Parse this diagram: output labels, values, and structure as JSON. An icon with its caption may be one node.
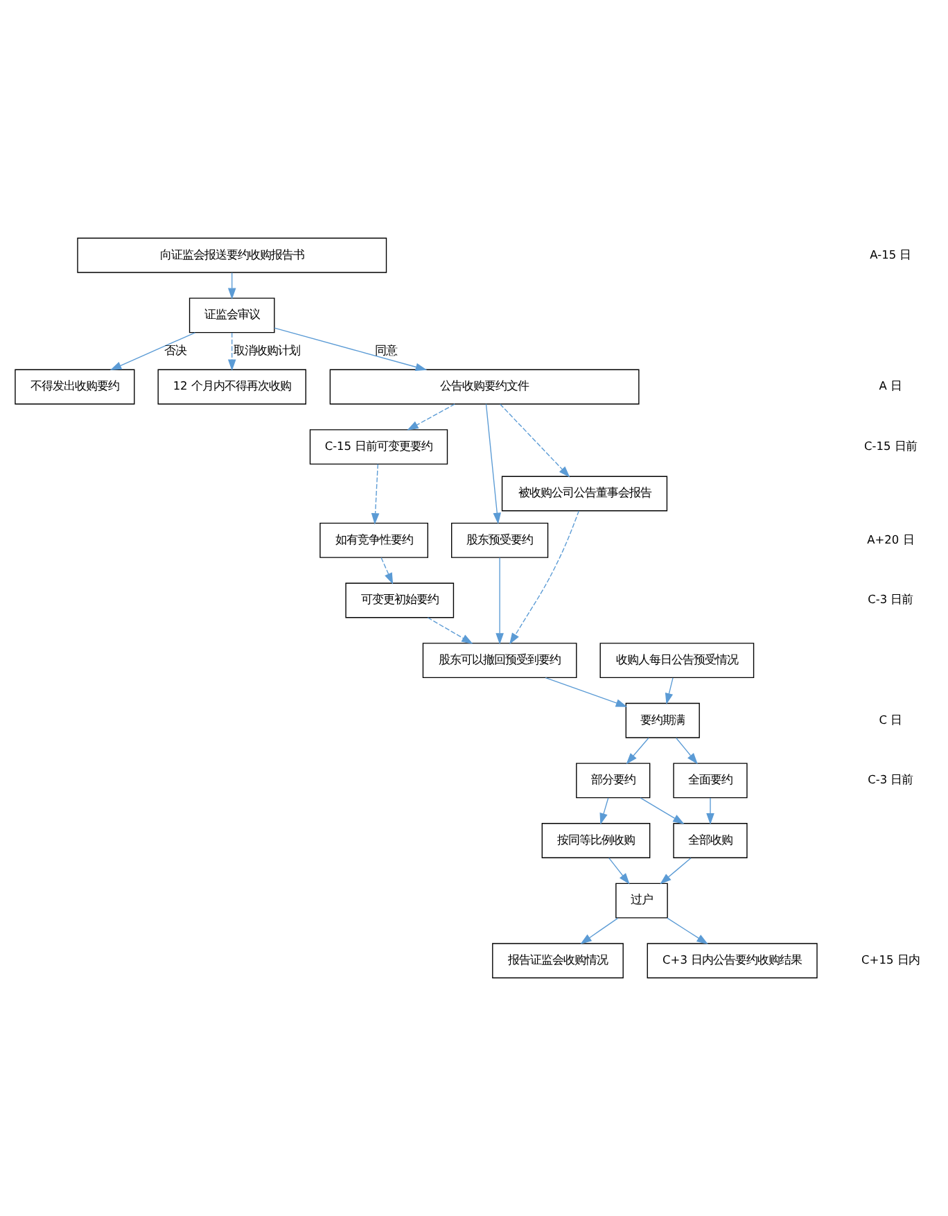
{
  "diagram": {
    "nodes": [
      {
        "text": [
          "向证监会报送要约收购报告书"
        ]
      },
      {
        "text": [
          "证监会审议"
        ]
      },
      {
        "text": [
          "不得发出收购要约"
        ]
      },
      {
        "text": [
          "12 个月内不得再次收购"
        ]
      },
      {
        "text": [
          "公告收购要约文件"
        ]
      },
      {
        "text": [
          "C-15 日前可变更要约"
        ]
      },
      {
        "text": [
          "股东预受要约"
        ]
      },
      {
        "text": [
          "如有竞争性要约"
        ]
      },
      {
        "text": [
          "可变更初始要约"
        ]
      },
      {
        "text": [
          "股东可以撤回预受到要约"
        ]
      },
      {
        "text": [
          "被收购公司公告董事会报告"
        ]
      },
      {
        "text": [
          "收购人每日公告预受情况"
        ]
      },
      {
        "text": [
          "要约期满"
        ]
      },
      {
        "text": [
          "部分要约"
        ]
      },
      {
        "text": [
          "全面要约"
        ]
      },
      {
        "text": [
          "按同等比例收购"
        ]
      },
      {
        "text": [
          "过户"
        ]
      },
      {
        "text": [
          "全部收购"
        ]
      },
      {
        "text": [
          "报告证监会收购情况"
        ]
      },
      {
        "text": [
          "C+3 日内公告要约收购结果"
        ]
      }
    ],
    "edges": [
      {
        "from": 0,
        "to": 1,
        "arrow": "to"
      },
      {
        "from": 1,
        "to": 2,
        "arrow": "to",
        "label": "否决"
      },
      {
        "from": 1,
        "to": 3,
        "arrow": "to",
        "label": "取消收购计划",
        "style": "dashed"
      },
      {
        "from": 1,
        "to": 4,
        "arrow": "to",
        "label": "同意"
      },
      {
        "from": 4,
        "to": 5,
        "arrow": "to",
        "style": "dashed"
      },
      {
        "from": 4,
        "to": 6,
        "arrow": "to"
      },
      {
        "from": 4,
        "to": 10,
        "arrow": "to",
        "style": "dashed"
      },
      {
        "from": 5,
        "to": 7,
        "arrow": "to",
        "style": "dashed"
      },
      {
        "from": 7,
        "to": 8,
        "arrow": "to",
        "style": "dashed"
      },
      {
        "from": 8,
        "to": 9,
        "arrow": "to",
        "style": "dashed"
      },
      {
        "from": 6,
        "to": 9,
        "arrow": "to"
      },
      {
        "from": 10,
        "to": 9,
        "arrow": "to",
        "style": "dashed"
      },
      {
        "from": 9,
        "to": 12,
        "arrow": "to"
      },
      {
        "from": 11,
        "to": 12,
        "arrow": "to"
      },
      {
        "from": 12,
        "to": 13,
        "arrow": "to"
      },
      {
        "from": 12,
        "to": 14,
        "arrow": "to"
      },
      {
        "from": 13,
        "to": 15,
        "arrow": "to"
      },
      {
        "from": 13,
        "to": 17,
        "arrow": "to"
      },
      {
        "from": 14,
        "to": 17,
        "arrow": "to"
      },
      {
        "from": 15,
        "to": 16,
        "arrow": "to"
      },
      {
        "from": 17,
        "to": 16,
        "arrow": "to"
      },
      {
        "from": 16,
        "to": 18,
        "arrow": "to"
      },
      {
        "from": 16,
        "to": 19,
        "arrow": "to"
      }
    ],
    "labels": [
      "A-15 日",
      "A 日",
      "C-15 日前",
      "A+20 日",
      "C-3 日前",
      "C 日",
      "C-3 日前",
      "C+15 日内"
    ]
  }
}
